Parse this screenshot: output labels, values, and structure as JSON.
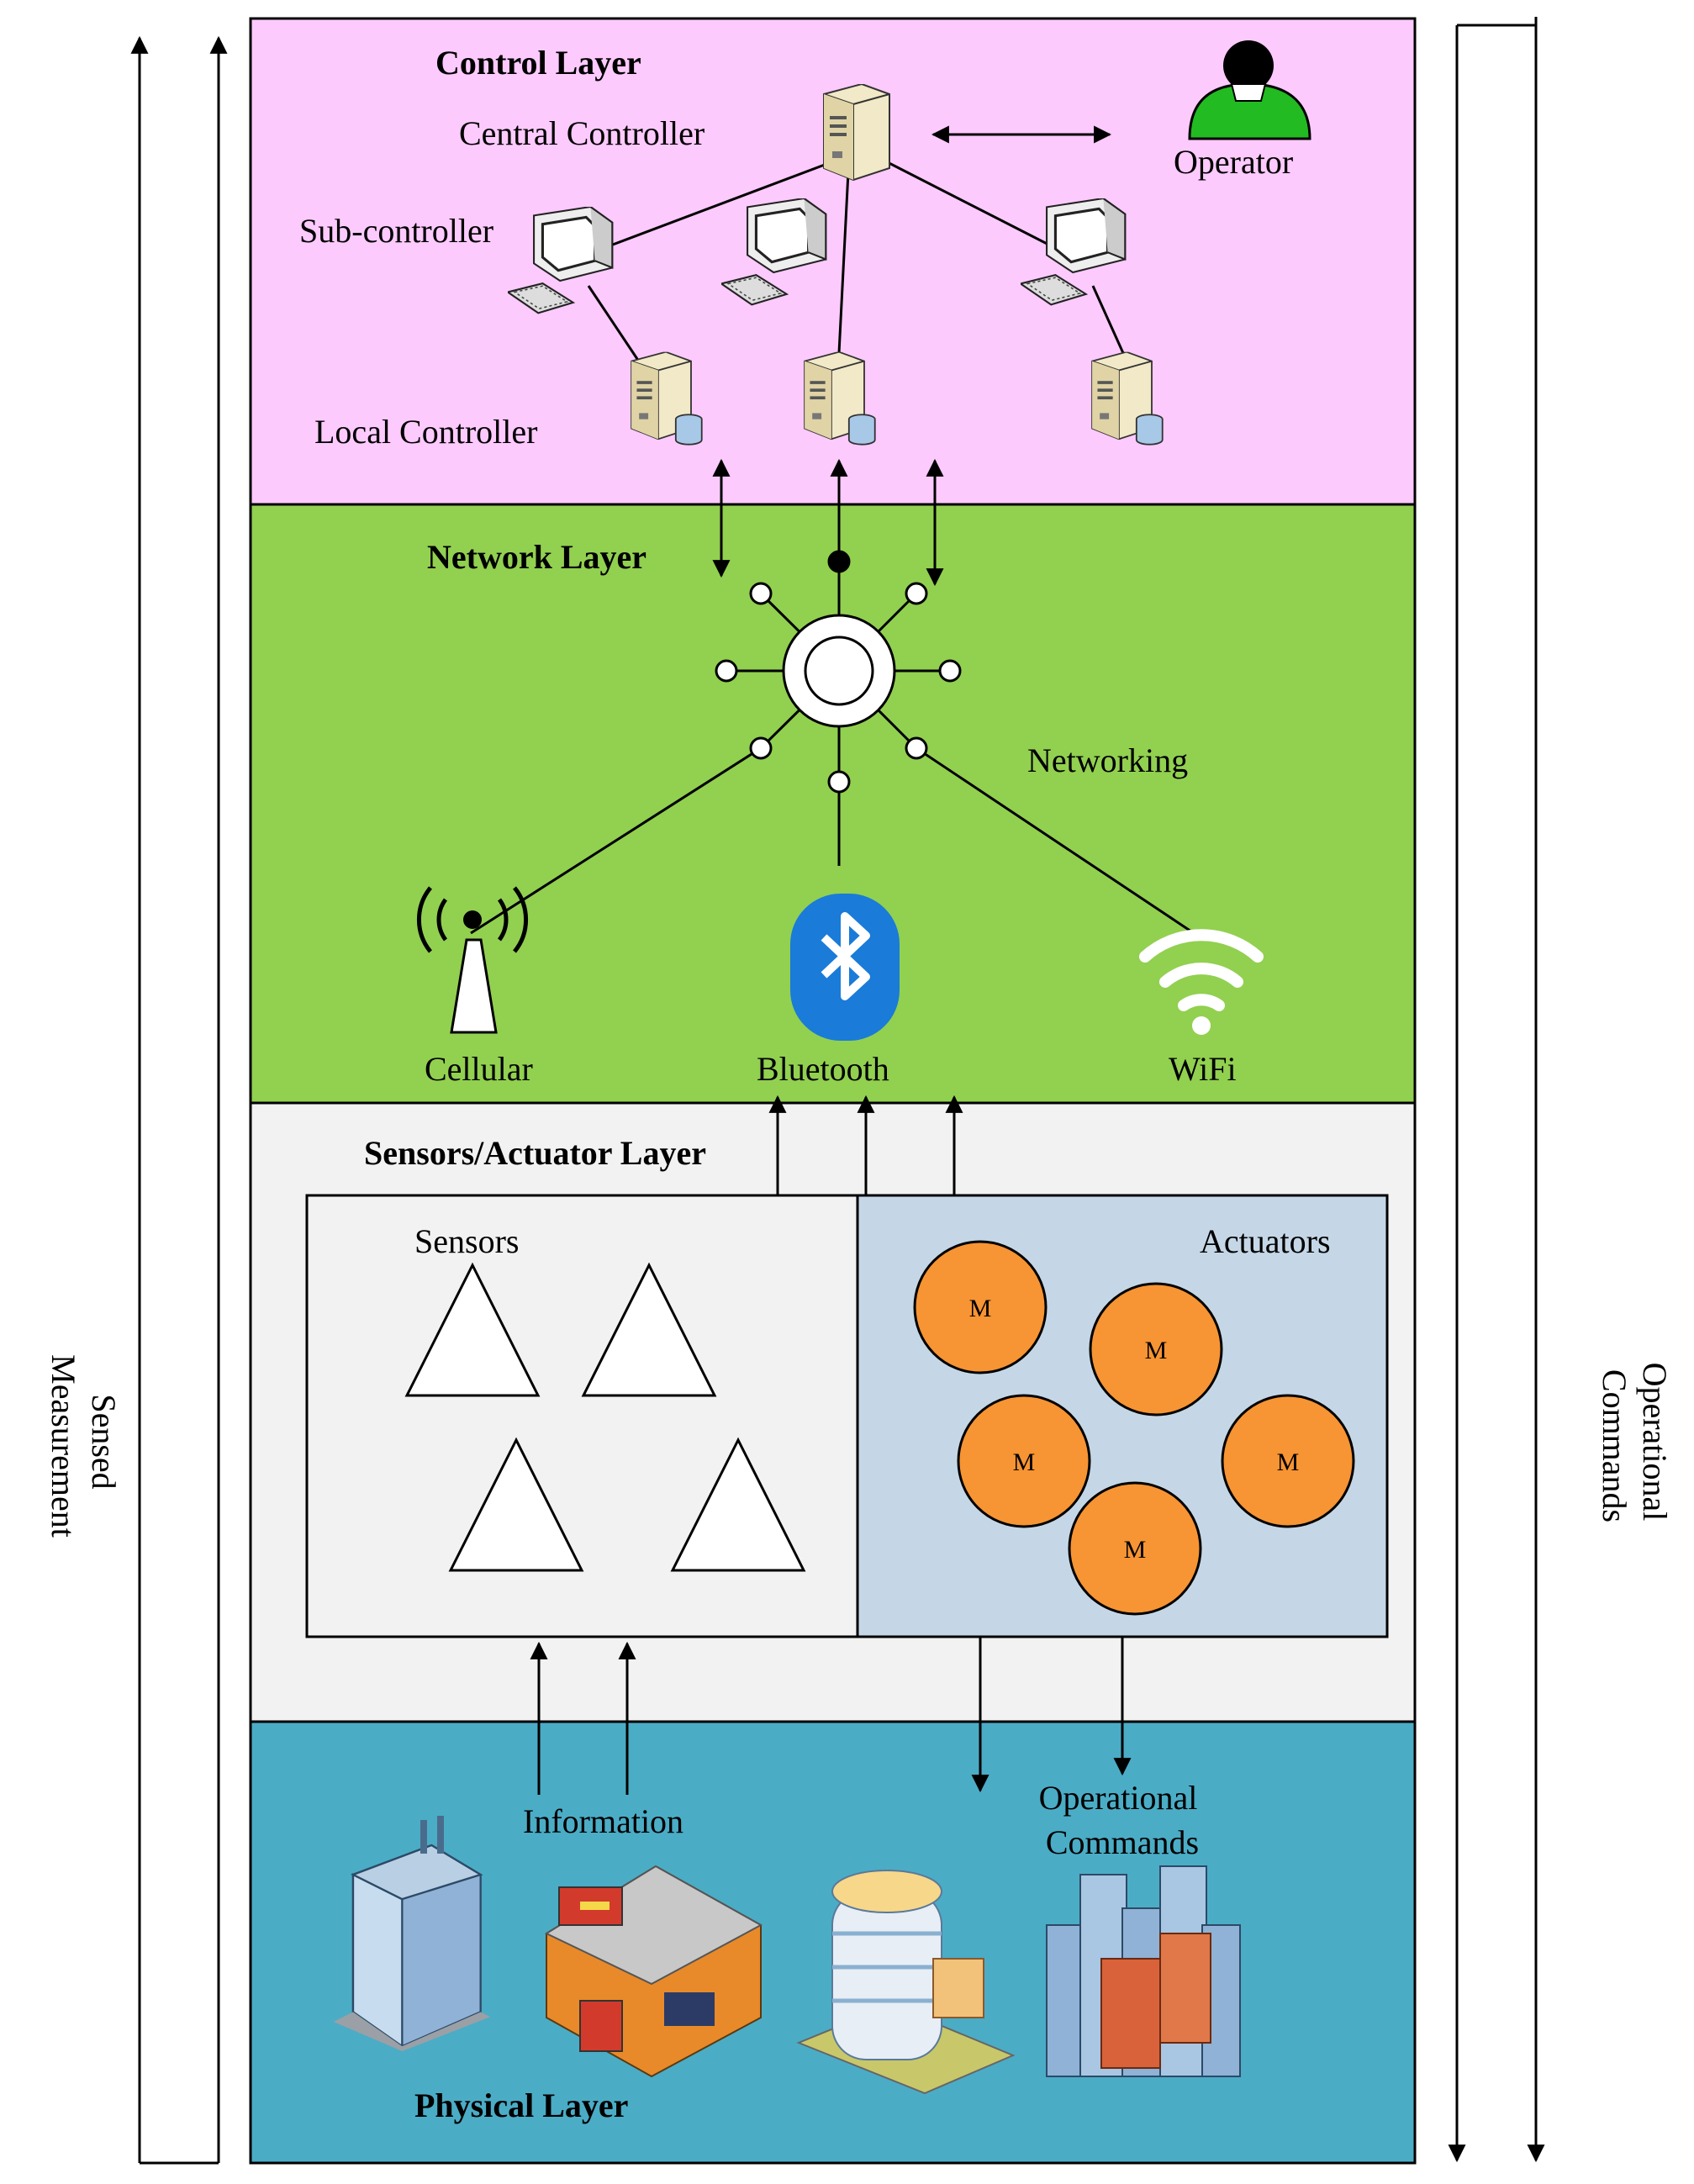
{
  "side_labels": {
    "left": [
      "Sensed",
      "Measurement"
    ],
    "right": [
      "Operational",
      "Commands"
    ]
  },
  "control_layer": {
    "title": "Control Layer",
    "central_controller": "Central Controller",
    "operator": "Operator",
    "sub_controller": "Sub-controller",
    "local_controller": "Local Controller"
  },
  "network_layer": {
    "title": "Network Layer",
    "networking": "Networking",
    "cellular": "Cellular",
    "bluetooth": "Bluetooth",
    "wifi": "WiFi"
  },
  "sensor_layer": {
    "title": "Sensors/Actuator Layer",
    "sensors": "Sensors",
    "actuators": "Actuators",
    "motor_label": "M"
  },
  "physical_layer": {
    "title": "Physical Layer",
    "information": "Information",
    "commands": [
      "Operational",
      "Commands"
    ]
  },
  "colors": {
    "control_bg": "#fccafc",
    "network_bg": "#92d050",
    "sensor_bg": "#f2f2f2",
    "actuator_bg": "#c5d7e6",
    "physical_bg": "#4bacc6",
    "motor": "#f79433",
    "operator": "#22bb22",
    "bluetooth": "#1a7bd8"
  }
}
